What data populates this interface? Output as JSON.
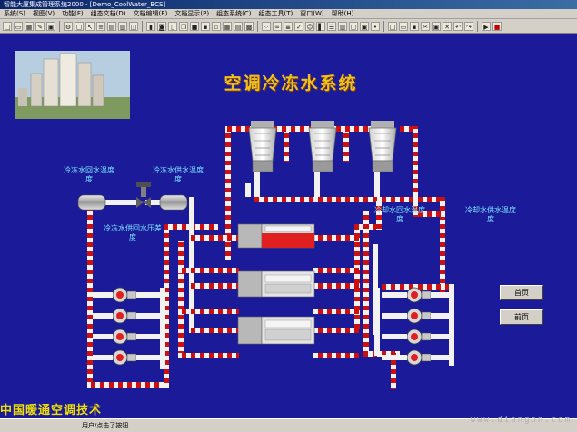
{
  "window": {
    "title": "智能大厦集成管理系统2000 - [Demo_CoolWater_BCS]"
  },
  "menu": [
    "系统(S)",
    "视图(V)",
    "功能(F)",
    "组态文档(D)",
    "文档编辑(E)",
    "文档显示(P)",
    "组态系统(C)",
    "组态工具(T)",
    "窗口(W)",
    "帮助(H)"
  ],
  "screen": {
    "title": "空调冷冻水系统",
    "labels": {
      "return_temp_left": "冷冻水回水温度",
      "supply_temp_left": "冷冻水供水温度",
      "pressure_diff": "冷冻水供回水压差",
      "cooling_return_temp": "冷却水回水温度",
      "cooling_supply_temp": "冷却水供水温度",
      "suffix": "度"
    },
    "buttons": {
      "prev": "首页",
      "next": "前页"
    }
  },
  "statusbar": {
    "text": "用户/点击了按钮"
  },
  "overlay_text": "中国暖通空调技术",
  "watermark": "www.diangon.com",
  "colors": {
    "background": "#1b1b9a",
    "title": "#f0c020",
    "label": "#7fe8ff",
    "pipe_stripe": "#cc1010"
  }
}
